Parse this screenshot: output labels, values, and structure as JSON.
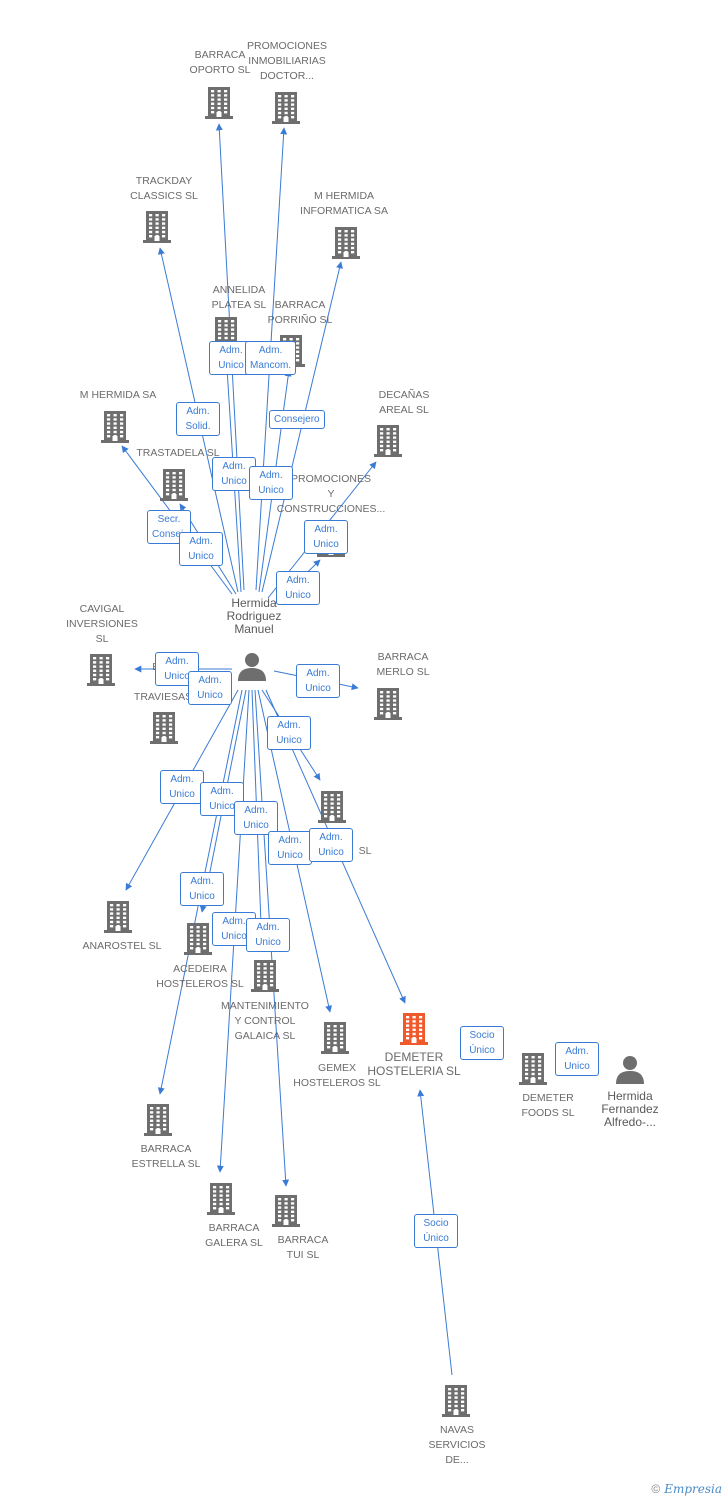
{
  "colors": {
    "edge": "#3a7bd5",
    "building": "#6e6e6e",
    "focus": "#f0592b",
    "person": "#6e6e6e"
  },
  "nodes": [
    {
      "id": "n1",
      "label": "BARRACA\nOPORTO SL",
      "type": "building",
      "icon": "building-icon"
    },
    {
      "id": "n2",
      "label": "PROMOCIONES\nINMOBILIARIAS\nDOCTOR...",
      "type": "building",
      "icon": "building-icon"
    },
    {
      "id": "n3",
      "label": "TRACKDAY\nCLASSICS SL",
      "type": "building",
      "icon": "building-icon"
    },
    {
      "id": "n4",
      "label": "M HERMIDA\nINFORMATICA SA",
      "type": "building",
      "icon": "building-icon"
    },
    {
      "id": "n5",
      "label": "ANNELIDA\nPLATEA SL",
      "type": "building",
      "icon": "building-icon"
    },
    {
      "id": "n6",
      "label": "BARRACA\nPORRIÑO SL",
      "type": "building",
      "icon": "building-icon"
    },
    {
      "id": "n7",
      "label": "M HERMIDA SA",
      "type": "building",
      "icon": "building-icon"
    },
    {
      "id": "n8",
      "label": "DECAÑAS\nAREAL SL",
      "type": "building",
      "icon": "building-icon"
    },
    {
      "id": "n9",
      "label": "TRASTADELA SL",
      "type": "building",
      "icon": "building-icon"
    },
    {
      "id": "n10",
      "label": "PROMOCIONES\nY\nCONSTRUCCIONES...",
      "type": "building",
      "icon": "building-icon"
    },
    {
      "id": "p1",
      "label": "Hermida\nRodriguez\nManuel",
      "type": "person",
      "icon": "person-icon"
    },
    {
      "id": "n11",
      "label": "CAVIGAL\nINVERSIONES\nSL",
      "type": "building",
      "icon": "building-icon"
    },
    {
      "id": "n12",
      "label": "BAR\nZ\nTRAVIESAS",
      "type": "building",
      "icon": "building-icon"
    },
    {
      "id": "n13",
      "label": "BARRACA\nMERLO SL",
      "type": "building",
      "icon": "building-icon"
    },
    {
      "id": "n14",
      "label": "SL",
      "type": "building",
      "icon": "building-icon"
    },
    {
      "id": "n15",
      "label": "ANAROSTEL SL",
      "type": "building",
      "icon": "building-icon"
    },
    {
      "id": "n16",
      "label": "ACEDEIRA\nHOSTELEROS SL",
      "type": "building",
      "icon": "building-icon"
    },
    {
      "id": "n17",
      "label": "MANTENIMIENTO\nY CONTROL\nGALAICA SL",
      "type": "building",
      "icon": "building-icon"
    },
    {
      "id": "n18",
      "label": "GEMEX\nHOSTELEROS SL",
      "type": "building",
      "icon": "building-icon"
    },
    {
      "id": "n19",
      "label": "DEMETER\nHOSTELERIA SL",
      "type": "focus",
      "icon": "building-icon"
    },
    {
      "id": "n20",
      "label": "DEMETER\nFOODS SL",
      "type": "building",
      "icon": "building-icon"
    },
    {
      "id": "p2",
      "label": "Hermida\nFernandez\nAlfredo-...",
      "type": "person",
      "icon": "person-icon"
    },
    {
      "id": "n21",
      "label": "BARRACA\nESTRELLA SL",
      "type": "building",
      "icon": "building-icon"
    },
    {
      "id": "n22",
      "label": "BARRACA\nGALERA SL",
      "type": "building",
      "icon": "building-icon"
    },
    {
      "id": "n23",
      "label": "BARRACA\nTUI SL",
      "type": "building",
      "icon": "building-icon"
    },
    {
      "id": "n24",
      "label": "NAVAS\nSERVICIOS\nDE...",
      "type": "building",
      "icon": "building-icon"
    }
  ],
  "edges": [
    {
      "from": "p1",
      "to": "n1"
    },
    {
      "from": "p1",
      "to": "n2"
    },
    {
      "from": "p1",
      "to": "n3"
    },
    {
      "from": "p1",
      "to": "n4"
    },
    {
      "from": "p1",
      "to": "n5"
    },
    {
      "from": "p1",
      "to": "n6"
    },
    {
      "from": "p1",
      "to": "n7"
    },
    {
      "from": "p1",
      "to": "n8"
    },
    {
      "from": "p1",
      "to": "n9"
    },
    {
      "from": "p1",
      "to": "n10"
    },
    {
      "from": "p1",
      "to": "n12"
    },
    {
      "from": "p1",
      "to": "n13"
    },
    {
      "from": "p1",
      "to": "n14"
    },
    {
      "from": "p1",
      "to": "n15"
    },
    {
      "from": "p1",
      "to": "n16"
    },
    {
      "from": "p1",
      "to": "n17"
    },
    {
      "from": "p1",
      "to": "n18"
    },
    {
      "from": "p1",
      "to": "n19"
    },
    {
      "from": "p1",
      "to": "n21"
    },
    {
      "from": "p1",
      "to": "n22"
    },
    {
      "from": "p1",
      "to": "n23"
    },
    {
      "from": "n24",
      "to": "n19"
    }
  ],
  "edge_labels": [
    {
      "text": "Adm.\nUnico"
    },
    {
      "text": "Adm.\nMancom."
    },
    {
      "text": "Adm.\nSolid."
    },
    {
      "text": "Consejero"
    },
    {
      "text": "Adm.\nUnico"
    },
    {
      "text": "Adm.\nUnico"
    },
    {
      "text": "Secr.\nConsej."
    },
    {
      "text": "Adm.\nUnico"
    },
    {
      "text": "Adm.\nUnico"
    },
    {
      "text": "Adm.\nUnico"
    },
    {
      "text": "Adm.\nUnico"
    },
    {
      "text": "Adm.\nUnico"
    },
    {
      "text": "Adm.\nUnico"
    },
    {
      "text": "Adm.\nUnico"
    },
    {
      "text": "Adm.\nUnico"
    },
    {
      "text": "Adm.\nUnico"
    },
    {
      "text": "Adm.\nUnico"
    },
    {
      "text": "Adm.\nUnico"
    },
    {
      "text": "Adm.\nUnico"
    },
    {
      "text": "Adm.\nUnico"
    },
    {
      "text": "Adm.\nUnico"
    },
    {
      "text": "Adm.\nUnico"
    },
    {
      "text": "Socio\nÚnico"
    },
    {
      "text": "Adm.\nUnico"
    },
    {
      "text": "Socio\nÚnico"
    }
  ],
  "footer": {
    "copyright_symbol": "©",
    "brand": "Empresia"
  }
}
